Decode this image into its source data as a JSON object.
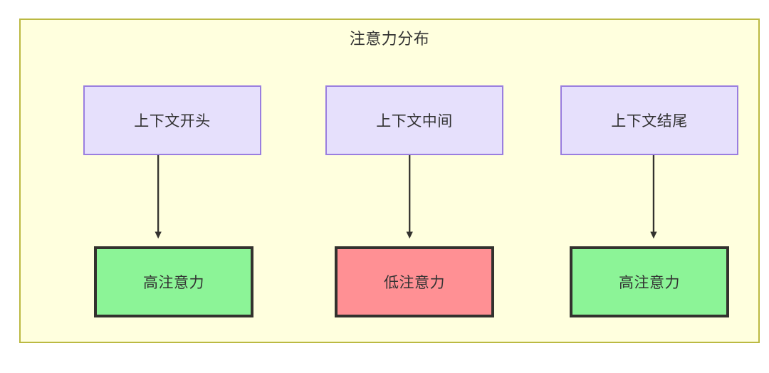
{
  "diagram": {
    "title": "注意力分布",
    "container": {
      "fill": "#ffffde",
      "border": "#bbb942"
    },
    "nodes": {
      "context": [
        {
          "id": "context-start",
          "label": "上下文开头",
          "fill": "#e6e0fc",
          "border": "#9a7ee0"
        },
        {
          "id": "context-middle",
          "label": "上下文中间",
          "fill": "#e6e0fc",
          "border": "#9a7ee0"
        },
        {
          "id": "context-end",
          "label": "上下文结尾",
          "fill": "#e6e0fc",
          "border": "#9a7ee0"
        }
      ],
      "attention": [
        {
          "id": "attention-high-start",
          "label": "高注意力",
          "fill": "#8cf497",
          "border": "#33322e"
        },
        {
          "id": "attention-low-middle",
          "label": "低注意力",
          "fill": "#ff9094",
          "border": "#33322e"
        },
        {
          "id": "attention-high-end",
          "label": "高注意力",
          "fill": "#8cf497",
          "border": "#33322e"
        }
      ]
    },
    "edges": [
      {
        "from": "context-start",
        "to": "attention-high-start",
        "label": ""
      },
      {
        "from": "context-middle",
        "to": "attention-low-middle",
        "label": ""
      },
      {
        "from": "context-end",
        "to": "attention-high-end",
        "label": ""
      }
    ],
    "edge_color": "#333333"
  }
}
